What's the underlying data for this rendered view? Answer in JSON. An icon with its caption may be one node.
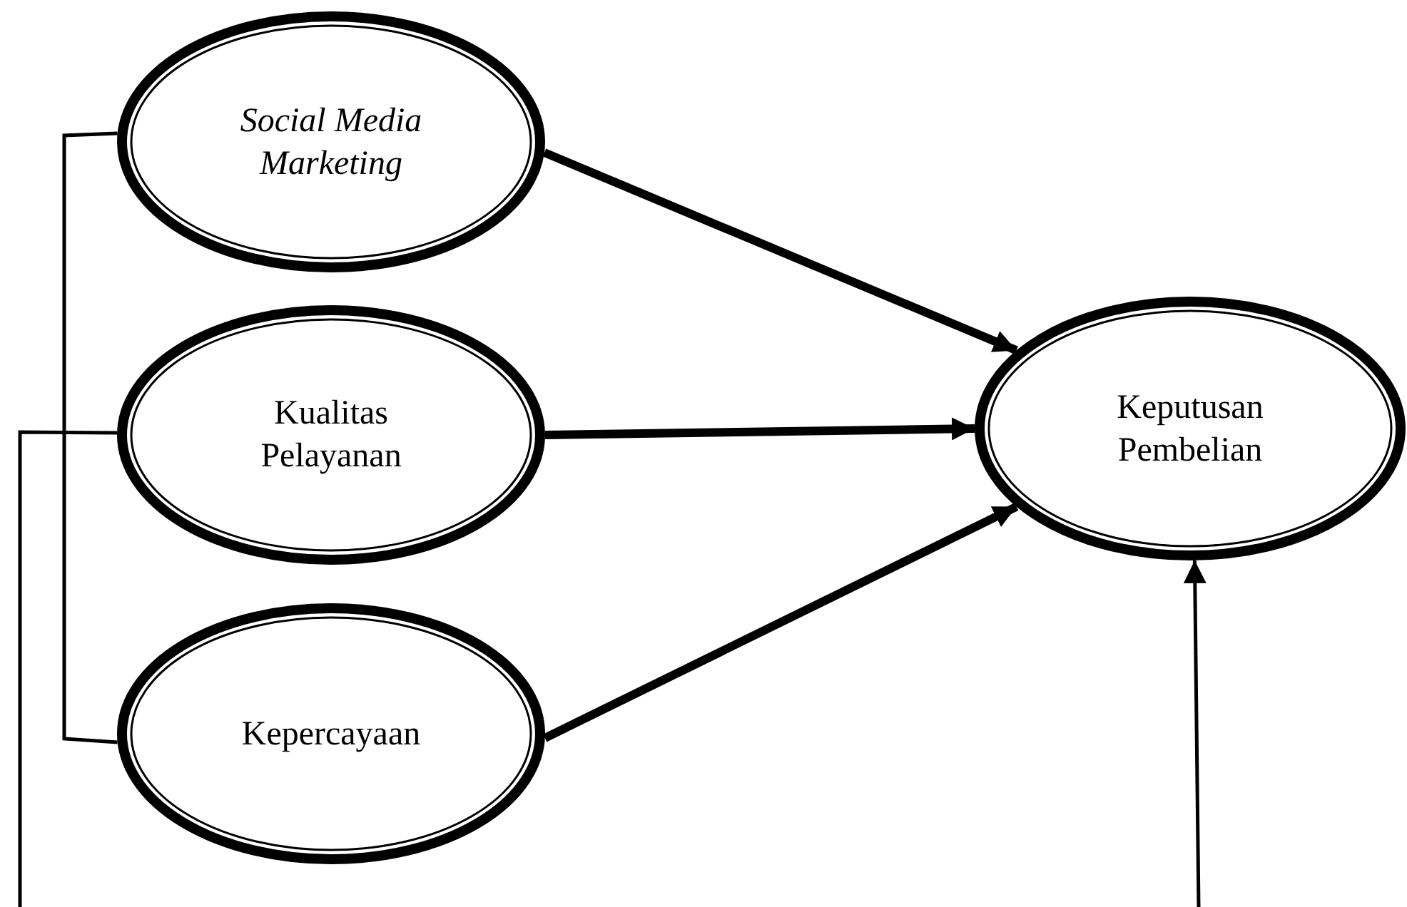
{
  "diagram": {
    "nodes": [
      {
        "text": [
          "Social Media Marketing"
        ]
      },
      {
        "text": [
          "Kualitas Pelayanan"
        ]
      },
      {
        "text": [
          "Kepercayaan"
        ]
      },
      {
        "text": [
          "Keputusan Pembelian"
        ]
      }
    ],
    "edges": [
      {
        "from": 0,
        "to": 3,
        "arrow": "to",
        "style": "thick"
      },
      {
        "from": 1,
        "to": 3,
        "arrow": "to",
        "style": "thick"
      },
      {
        "from": 2,
        "to": 3,
        "arrow": "to",
        "style": "thick"
      },
      {
        "from": 0,
        "to": 2,
        "arrow": "none"
      },
      {
        "from": 1,
        "to": null,
        "arrow": "none"
      },
      {
        "from": null,
        "to": 3,
        "arrow": "to"
      }
    ]
  }
}
